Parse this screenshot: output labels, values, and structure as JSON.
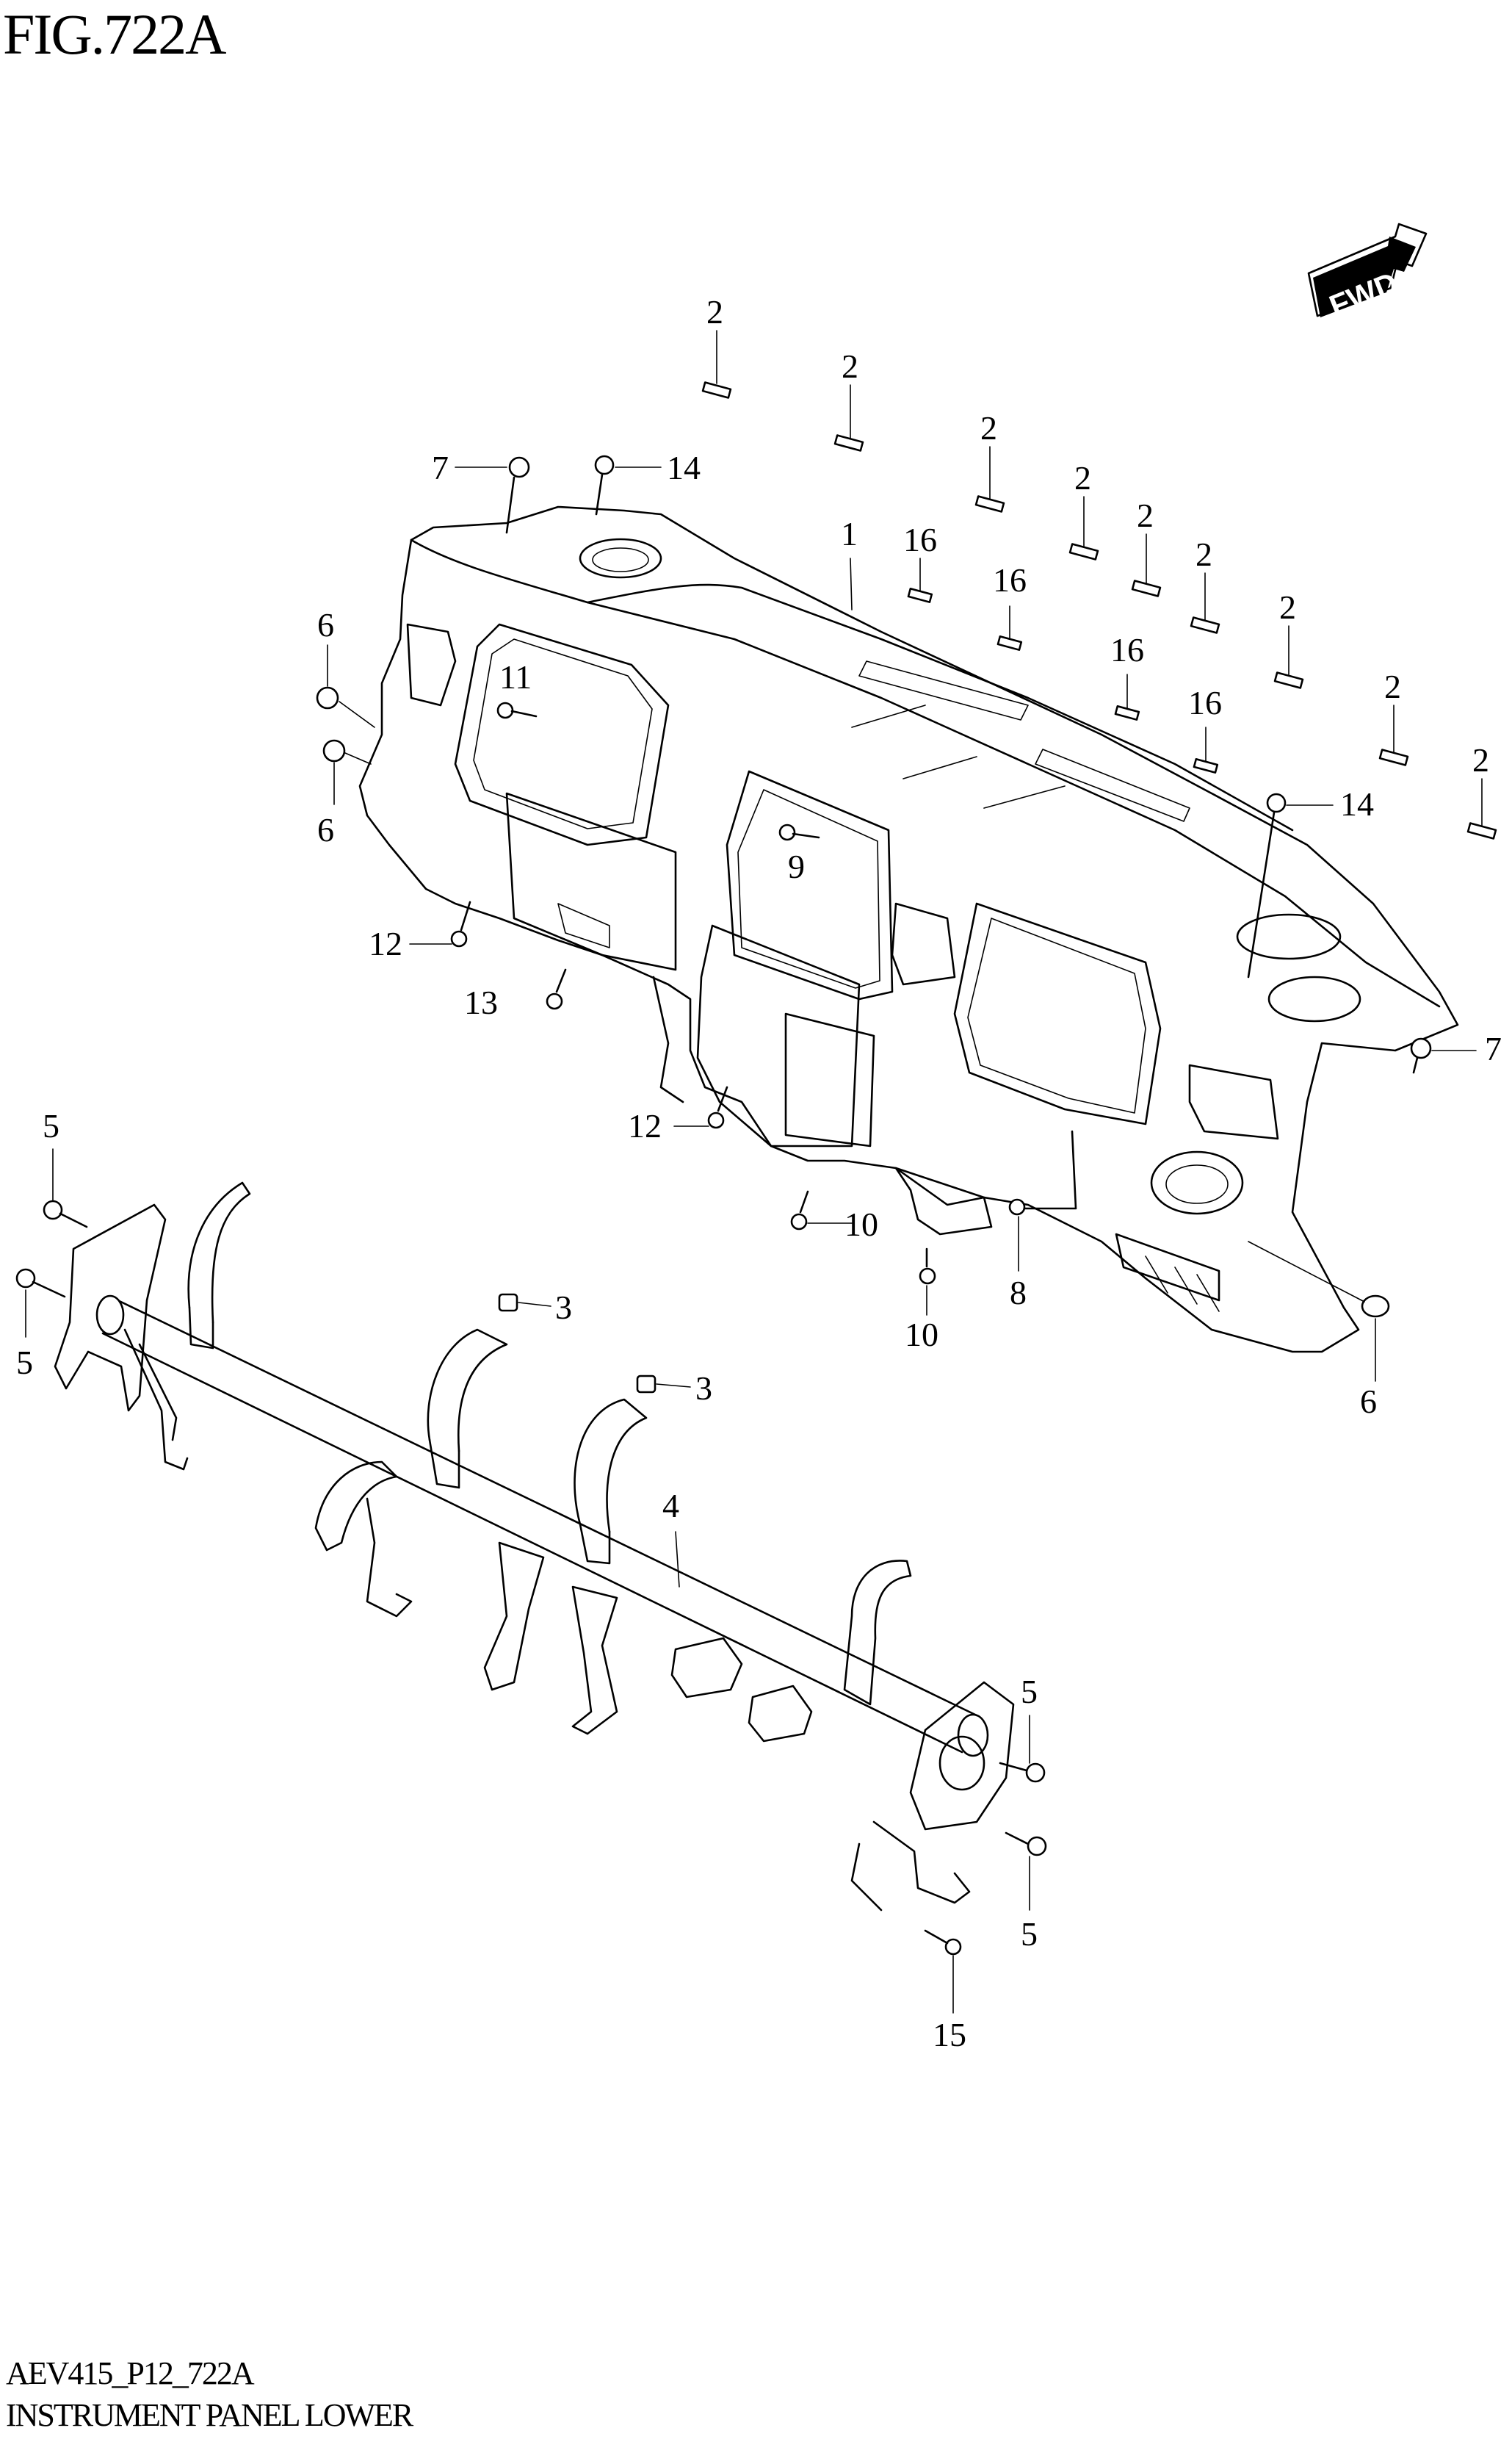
{
  "figure": {
    "title": "FIG.722A",
    "code": "AEV415_P12_722A",
    "name": "INSTRUMENT PANEL LOWER",
    "direction_badge": "FWD"
  },
  "callouts": {
    "c1": "1",
    "c2a": "2",
    "c2b": "2",
    "c2c": "2",
    "c2d": "2",
    "c2e": "2",
    "c2f": "2",
    "c2g": "2",
    "c2h": "2",
    "c2i": "2",
    "c3a": "3",
    "c3b": "3",
    "c4": "4",
    "c5a": "5",
    "c5b": "5",
    "c5c": "5",
    "c5d": "5",
    "c6a": "6",
    "c6b": "6",
    "c6c": "6",
    "c7a": "7",
    "c7b": "7",
    "c8": "8",
    "c9": "9",
    "c10a": "10",
    "c10b": "10",
    "c11": "11",
    "c12a": "12",
    "c12b": "12",
    "c13": "13",
    "c14a": "14",
    "c14b": "14",
    "c15": "15",
    "c16a": "16",
    "c16b": "16",
    "c16c": "16",
    "c16d": "16"
  }
}
